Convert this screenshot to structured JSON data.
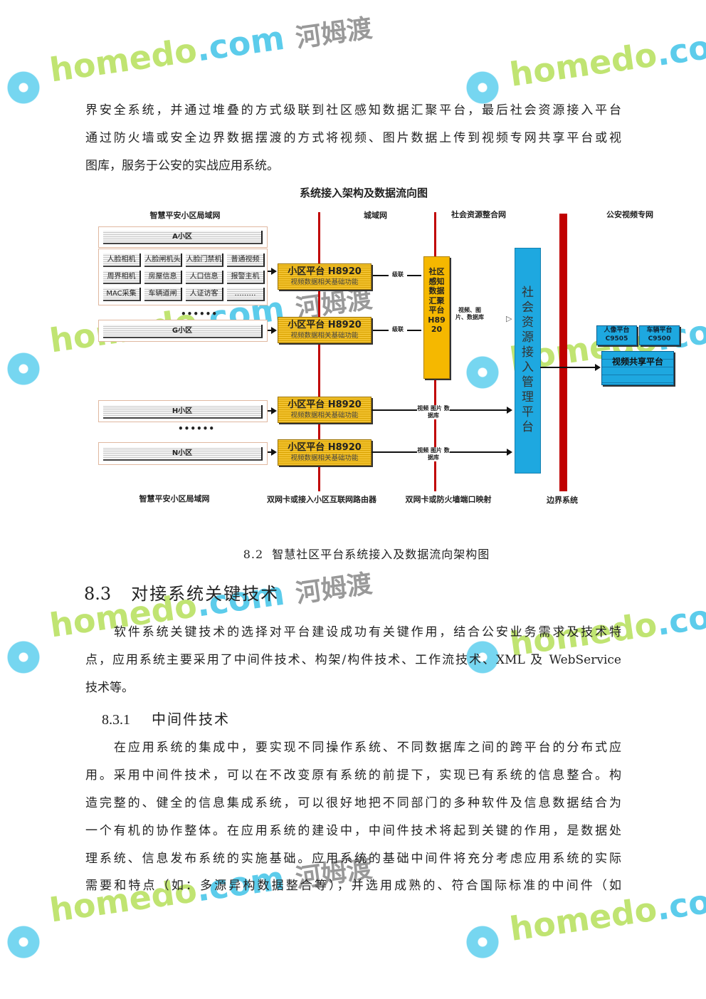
{
  "intro_lines": [
    "界安全系统，并通过堆叠的方式级联到社区感知数据汇聚平台，最后社会资源接入平台",
    "通过防火墙或安全边界数据摆渡的方式将视频、图片数据上传到视频专网共享平台或视",
    "图库，服务于公安的实战应用系统。"
  ],
  "diagram": {
    "title": "系统接入架构及数据流向图",
    "zones": {
      "lan": "智慧平安小区局域网",
      "metro": "城域网",
      "social": "社会资源整合网",
      "police": "公安视频专网"
    },
    "community_a": "A小区",
    "devices": [
      "人脸相机",
      "人脸闸机头",
      "人脸门禁机",
      "普通视频",
      "周界相机",
      "房屋信息",
      "人口信息",
      "报警主机",
      "MAC采集",
      "车辆道闸",
      "人证访客",
      "………"
    ],
    "dots": "••••••",
    "community_g": "G小区",
    "community_h": "H小区",
    "community_n": "N小区",
    "platform_title": "小区平台 H8920",
    "platform_sub": "视频数据相关基础功能",
    "cascade": "级联",
    "aggregation": "社区感知数据汇聚平台H8920",
    "data_label": "视频、图片、数据库",
    "data_label2": "视频 图片 数据库",
    "access_platform": "社会资源接入管理平台",
    "face_platform": "人像平台 C9505",
    "vehicle_platform": "车辆平台 C9500",
    "share_platform": "视频共享平台",
    "bottom": {
      "lan": "智慧平安小区局域网",
      "router": "双网卡或接入小区互联网路由器",
      "firewall": "双网卡或防火墙端口映射",
      "border": "边界系统"
    }
  },
  "caption": "8.2  智慧社区平台系统接入及数据流向架构图",
  "section": {
    "number": "8.3",
    "title": "对接系统关键技术"
  },
  "section_lines": [
    "软件系统关键技术的选择对平台建设成功有关键作用，结合公安业务需求及技术特",
    "点，应用系统主要采用了中间件技术、构架/构件技术、工作流技术、XML 及 WebService",
    "技术等。"
  ],
  "subsection": {
    "number": "8.3.1",
    "title": "中间件技术"
  },
  "subsection_lines": [
    "在应用系统的集成中，要实现不同操作系统、不同数据库之间的跨平台的分布式应",
    "用。采用中间件技术，可以在不改变原有系统的前提下，实现已有系统的信息整合。构",
    "造完整的、健全的信息集成系统，可以很好地把不同部门的多种软件及信息数据结合为",
    "一个有机的协作整体。在应用系统的建设中，中间件技术将起到关键的作用，是数据处",
    "理系统、信息发布系统的实施基础。应用系统的基础中间件将充分考虑应用系统的实际",
    "需要和特点（如：多源异构数据整合等），并选用成熟的、符合国际标准的中间件（如"
  ],
  "watermark": {
    "brand": "homedo",
    "domain": ".com",
    "cn": "河姆渡"
  }
}
